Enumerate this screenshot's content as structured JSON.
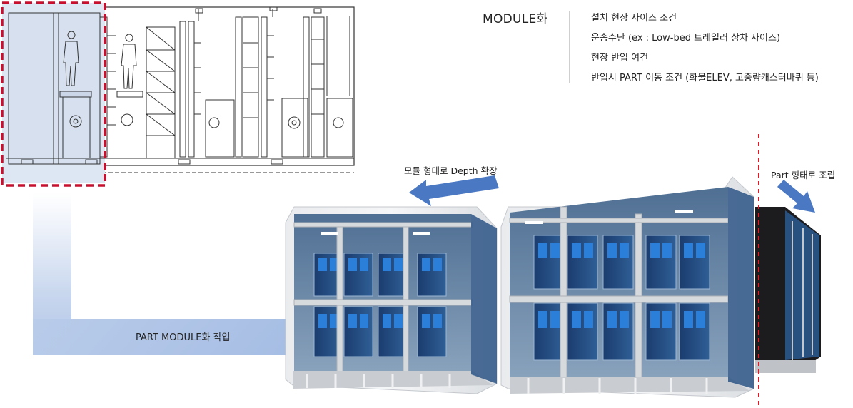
{
  "header": {
    "module_title": "MODULE화",
    "conditions": [
      "설치 현장 사이즈 조건",
      "운송수단 (ex : Low-bed 트레일러 상차 사이즈)",
      "현장 반입 여건",
      "반입시 PART 이동 조건 (화물ELEV, 고중량캐스터바퀴 등)"
    ]
  },
  "annotations": {
    "depth_expand": "모듈 형태로  Depth 확장",
    "part_assembly": "Part 형태로 조립",
    "part_module_work": "PART MODULE화 작업"
  },
  "colors": {
    "highlight_dashed": "#c8102e",
    "highlight_fill": "#dde6f3",
    "arrow_blue": "#4a78c2",
    "filter_blue": "#2a6fc0",
    "frame_gray": "#bfc3c8",
    "cut_line": "#d21f2a"
  },
  "icons": [
    "person-figure-icon",
    "left-arrow-icon",
    "down-right-arrow-icon",
    "right-arrow-icon"
  ]
}
